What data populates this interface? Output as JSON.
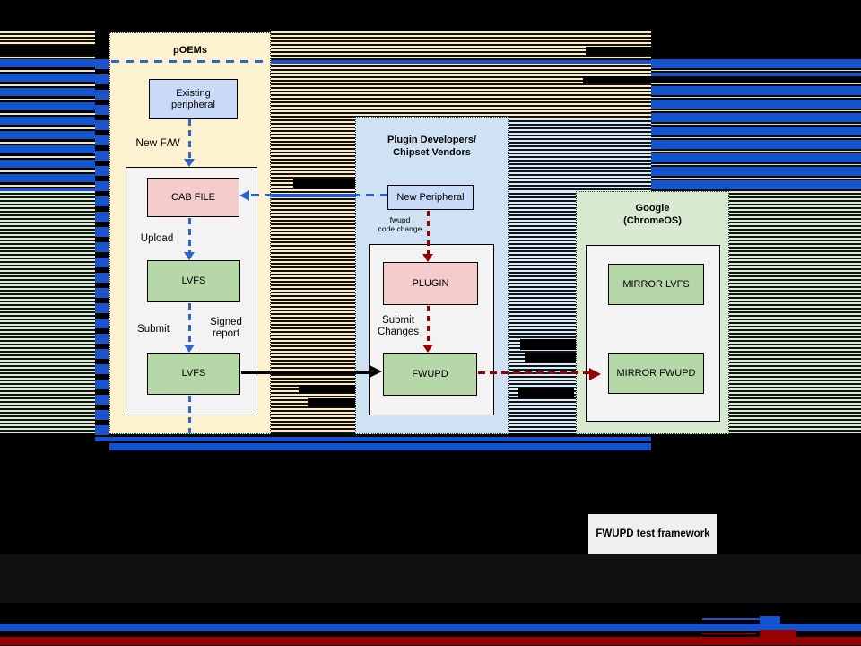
{
  "panels": {
    "poems": {
      "title": "pOEMs"
    },
    "plugin": {
      "title_line1": "Plugin Developers/",
      "title_line2": "Chipset Vendors"
    },
    "google": {
      "title_line1": "Google",
      "title_line2": "(ChromeOS)"
    }
  },
  "nodes": {
    "existing_peripheral": {
      "line1": "Existing",
      "line2": "peripheral"
    },
    "cab_file": {
      "label": "CAB FILE"
    },
    "lvfs_upload": {
      "label": "LVFS"
    },
    "lvfs_submit": {
      "label": "LVFS"
    },
    "new_peripheral": {
      "label": "New Peripheral"
    },
    "plugin": {
      "label": "PLUGIN"
    },
    "fwupd": {
      "label": "FWUPD"
    },
    "mirror_lvfs": {
      "label": "MIRROR LVFS"
    },
    "mirror_fwupd": {
      "label": "MIRROR FWUPD"
    },
    "fwupd_test_framework": {
      "label": "FWUPD test framework"
    }
  },
  "edge_labels": {
    "new_fw": "New F/W",
    "upload": "Upload",
    "submit": "Submit",
    "signed_report_line1": "Signed",
    "signed_report_line2": "report",
    "fwupd_code_change_line1": "fwupd",
    "fwupd_code_change_line2": "code change",
    "submit_changes_line1": "Submit",
    "submit_changes_line2": "Changes"
  },
  "colors": {
    "accent_blue": "#1353ce",
    "dashed_blue": "#2e63c9",
    "dark_red": "#990000",
    "panel_cream": "#fdf2cf",
    "panel_light_blue": "#cfe2f3",
    "panel_light_green": "#d9ead3",
    "node_light_blue": "#c9daf8",
    "node_pink": "#f4cccc",
    "node_green": "#b6d7a8",
    "subpanel_gray": "#f3f3f3",
    "stripe_tan": "#f8edc8",
    "stripe_light_blue": "#dcebf7",
    "stripe_green": "#dcead8"
  }
}
